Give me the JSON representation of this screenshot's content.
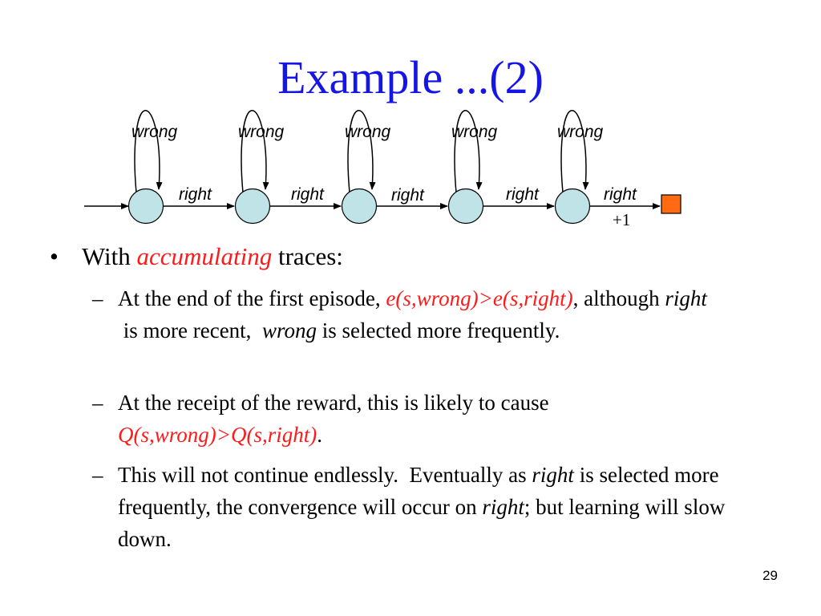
{
  "slide": {
    "title": "Example ...(2)",
    "page_number": "29"
  },
  "diagram": {
    "loop_labels": [
      "wrong",
      "wrong",
      "wrong",
      "wrong",
      "wrong"
    ],
    "edge_labels": [
      "right",
      "right",
      "right",
      "right",
      "right"
    ],
    "reward_label": "+1",
    "state_color": "#bfe3e6",
    "terminal_color": "#ff6a13"
  },
  "content": {
    "bullet": {
      "marker": "•",
      "pre": "With ",
      "highlight": "accumulating",
      "post": " traces:"
    },
    "subs": [
      {
        "marker": "–",
        "p1": "At the end of the first episode, ",
        "r1": "e(s,wrong)>e(s,right)",
        "p2": ", although ",
        "i1": "right",
        "p3": " is more recent,  ",
        "i2": "wrong",
        "p4": " is selected more frequently."
      },
      {
        "marker": "–",
        "p1": "At the receipt of the reward, this is likely to cause ",
        "r1": "Q(s,wrong)>Q(s,right)",
        "p2": "."
      },
      {
        "marker": "–",
        "p1": "This will not continue endlessly.  Eventually as ",
        "i1": "right",
        "p2": " is selected more frequently, the convergence will occur on ",
        "i2": "right",
        "p3": "; but learning will slow down."
      }
    ]
  }
}
